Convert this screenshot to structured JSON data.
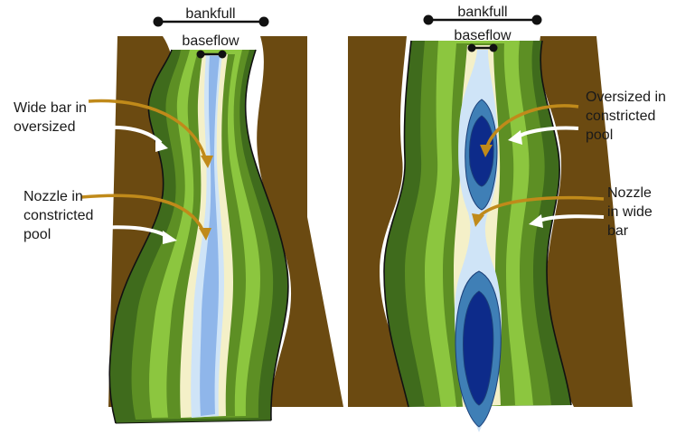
{
  "colors": {
    "bank": "#6b4a11",
    "terrace_dark": "#3f6b1c",
    "terrace_mid": "#5d8f24",
    "terrace_light": "#8cc63f",
    "sand": "#f4f0c8",
    "water_light": "#cfe4f7",
    "water_mid": "#8fb6ea",
    "pool_mid": "#3f7fb6",
    "pool_deep": "#0d2b8a",
    "arrow_brown": "#c08a1a",
    "arrow_white": "#ffffff",
    "outline": "#111111"
  },
  "left_panel": {
    "bankfull_label": "bankfull",
    "baseflow_label": "baseflow",
    "annotations": [
      {
        "lines": [
          "Wide bar in",
          "oversized"
        ]
      },
      {
        "lines": [
          "Nozzle in",
          "constricted",
          "pool"
        ]
      }
    ]
  },
  "right_panel": {
    "bankfull_label": "bankfull",
    "baseflow_label": "baseflow",
    "annotations": [
      {
        "lines": [
          "Oversized in",
          "constricted",
          "pool"
        ]
      },
      {
        "lines": [
          "Nozzle",
          "in wide",
          "bar"
        ]
      }
    ]
  }
}
